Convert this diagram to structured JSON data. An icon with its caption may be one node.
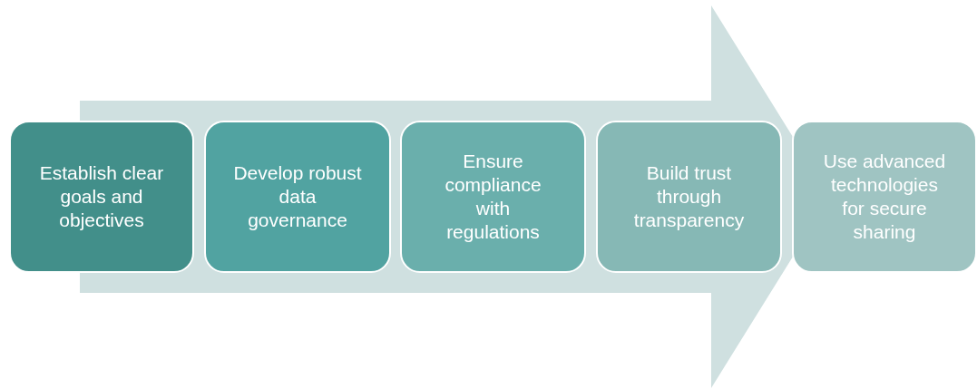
{
  "diagram": {
    "nodes": [
      {
        "text": [
          "Establish clear goals and objectives"
        ]
      },
      {
        "text": [
          "Develop robust data governance"
        ]
      },
      {
        "text": [
          "Ensure compliance with regulations"
        ]
      },
      {
        "text": [
          "Build trust through transparency"
        ]
      },
      {
        "text": [
          "Use advanced technologies for secure sharing"
        ]
      }
    ],
    "edges": [
      {
        "from": 0,
        "to": 4,
        "arrow": "to",
        "style": "thick"
      }
    ]
  }
}
